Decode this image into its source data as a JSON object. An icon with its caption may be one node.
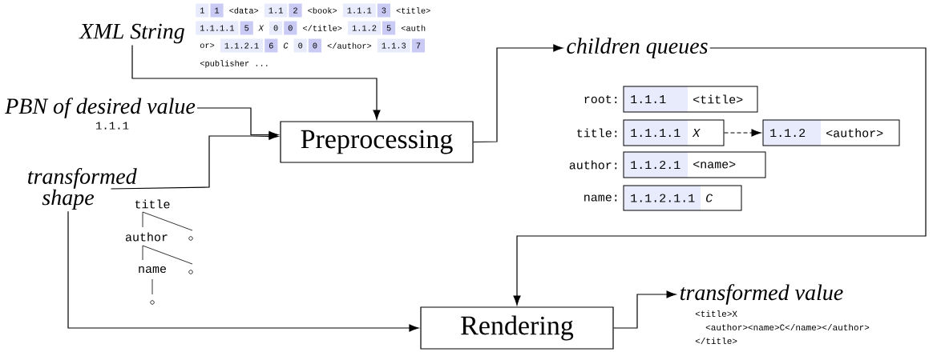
{
  "diagram": {
    "nodes": [
      {
        "text": [
          "XML String"
        ]
      },
      {
        "text": [
          "PBN of desired value"
        ],
        "beside": [
          "1.1.1"
        ]
      },
      {
        "text": [
          "transformed shape"
        ]
      },
      {
        "text": [
          "Preprocessing"
        ]
      },
      {
        "text": [
          "children queues"
        ]
      },
      {
        "text": [
          "1.1.1",
          "<title>"
        ],
        "beside": [
          "root:"
        ]
      },
      {
        "text": [
          "1.1.1.1",
          "*X*"
        ],
        "beside": [
          "title:"
        ]
      },
      {
        "text": [
          "1.1.2",
          "<author>"
        ]
      },
      {
        "text": [
          "1.1.2.1",
          "<name>"
        ],
        "beside": [
          "author:"
        ]
      },
      {
        "text": [
          "1.1.2.1.1",
          "*C*"
        ],
        "beside": [
          "name:"
        ]
      },
      {
        "text": [
          "Rendering"
        ]
      },
      {
        "text": [
          "transformed value"
        ],
        "beside": [
          "<title>X",
          "<author><name>C</name></author>",
          "</title>"
        ]
      }
    ],
    "edges": [
      {
        "from": 0,
        "to": 3,
        "arrow": "to"
      },
      {
        "from": 1,
        "to": 3,
        "arrow": "to"
      },
      {
        "from": 2,
        "to": 3,
        "arrow": "to"
      },
      {
        "from": 3,
        "to": 4,
        "arrow": "to"
      },
      {
        "from": 6,
        "to": 7,
        "arrow": "to",
        "style": "dashed"
      },
      {
        "from": 4,
        "to": 10,
        "arrow": "to"
      },
      {
        "from": 2,
        "to": 10,
        "arrow": "to"
      },
      {
        "from": 10,
        "to": 11,
        "arrow": "to"
      }
    ],
    "labels": [
      "1",
      "1",
      "<data>",
      "1.1",
      "2",
      "<book>",
      "1.1.1",
      "3",
      "<title>",
      "1.1.1.1",
      "5",
      "*X*",
      "0",
      "0",
      "</title>",
      "1.1.2",
      "5",
      "<auth",
      "or>",
      "1.1.2.1",
      "6",
      "*C*",
      "0",
      "0",
      "</author>",
      "1.1.3",
      "7",
      "<publisher ...",
      "title",
      "author",
      "name"
    ]
  }
}
